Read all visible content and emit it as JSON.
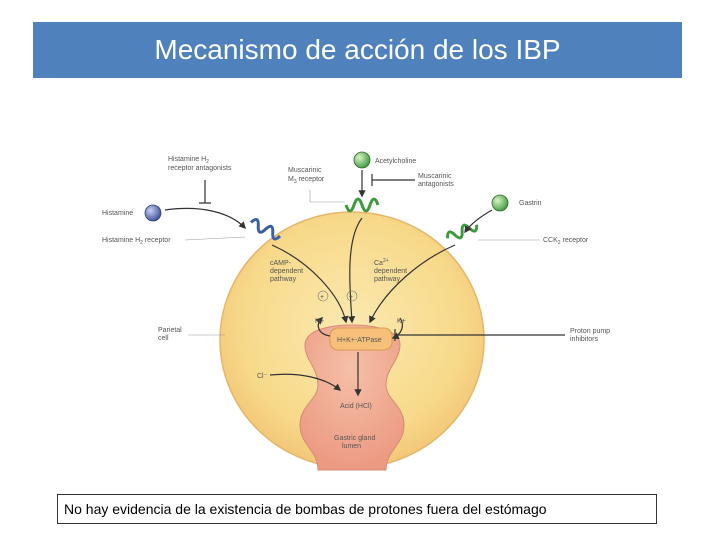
{
  "slide": {
    "title": "Mecanismo de acción de los IBP",
    "caption": "No hay evidencia de la existencia de bombas de protones fuera del estómago"
  },
  "diagram": {
    "labels": {
      "h2_antagonists_1": "Histamine H",
      "h2_antagonists_sub": "2",
      "h2_antagonists_2": "receptor antagonists",
      "histamine": "Histamine",
      "h2_receptor": "Histamine H",
      "h2_receptor_sub": "2",
      "h2_receptor_tail": " receptor",
      "muscarinic_1": "Muscarinic",
      "muscarinic_2": "M",
      "muscarinic_2_sub": "3",
      "muscarinic_2_tail": " receptor",
      "acetylcholine": "Acetylcholine",
      "musc_antag_1": "Muscarinic",
      "musc_antag_2": "antagonists",
      "gastrin": "Gastrin",
      "cck2": "CCK",
      "cck2_sub": "2",
      "cck2_tail": " receptor",
      "camp_1": "cAMP-",
      "camp_2": "dependent",
      "camp_3": "pathway",
      "ca_1": "Ca",
      "ca_sup": "2+",
      "ca_2": "dependent",
      "ca_3": "pathway",
      "plus_1": "+",
      "plus_2": "+",
      "h_plus": "H+",
      "k_plus": "K+",
      "atpase": "H+K+-ATPase",
      "parietal_1": "Parietal",
      "parietal_2": "cell",
      "ppi_1": "Proton pump",
      "ppi_2": "inhibitors",
      "cl": "Cl⁻",
      "acid": "Acid (HCl)",
      "lumen_1": "Gastric gland",
      "lumen_2": "lumen"
    },
    "colors": {
      "cell_fill": "#f8d98a",
      "cell_edge": "#efc27a",
      "lumen_fill": "#f2a690",
      "atpase_fill": "#f6c07a",
      "receptor_green": "#3f9a3f",
      "receptor_blue": "#3b5fa6",
      "ligand_green": "#6cc04a",
      "ligand_blue": "#5565a8"
    }
  }
}
